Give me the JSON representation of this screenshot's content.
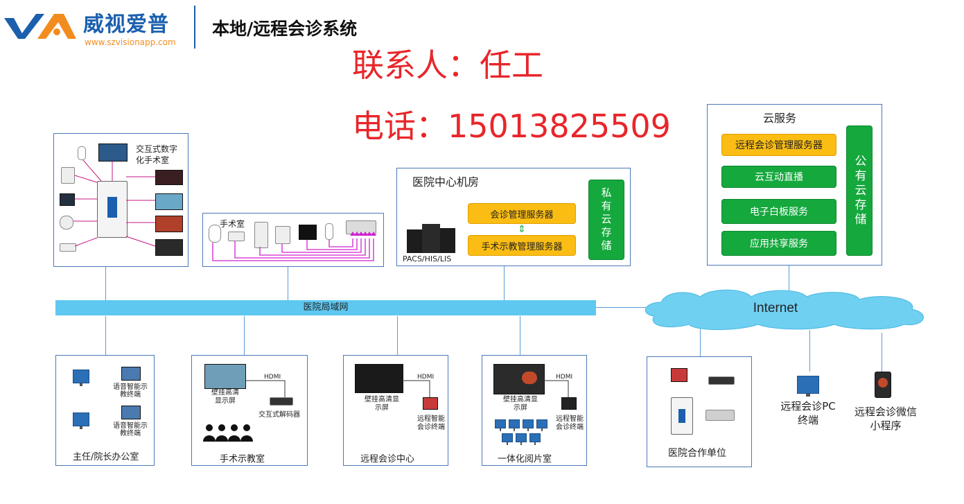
{
  "header": {
    "logo_text": "VA",
    "brand_name": "威视爱普",
    "brand_url": "www.szvisionapp.com",
    "system_title": "本地/远程会诊系统",
    "contact_line": "联系人：任工",
    "phone_line": "电话：15013825509"
  },
  "colors": {
    "accent_red": "#e8262a",
    "orange": "#fbbd13",
    "green": "#15a83d",
    "lan": "#5ec8f0",
    "border": "#4a78b8"
  },
  "or_room": {
    "label": "交互式数字化手术室"
  },
  "surgery": {
    "label": "手术室"
  },
  "datacenter": {
    "title": "医院中心机房",
    "server1": "会诊管理服务器",
    "server2": "手术示教管理服务器",
    "pacs_label": "PACS/HIS/LIS",
    "private_cloud": "私有云存储"
  },
  "cloud": {
    "title": "云服务",
    "services": [
      "远程会诊管理服务器",
      "云互动直播",
      "电子白板服务",
      "应用共享服务"
    ],
    "public_cloud": "公有云存储"
  },
  "network": {
    "lan_label": "医院局域网",
    "internet_label": "Internet"
  },
  "rooms": {
    "director": {
      "title": "主任/院长办公室",
      "terminal": "语音智能示教终端"
    },
    "teaching": {
      "title": "手术示教室",
      "wall_screen": "壁挂高清显示屏",
      "hdmi": "HDMI",
      "decoder": "交互式解码器"
    },
    "consult": {
      "title": "远程会诊中心",
      "wall_screen": "壁挂高清显示屏",
      "hdmi": "HDMI",
      "terminal": "远程智能会诊终端"
    },
    "reading": {
      "title": "一体化阅片室",
      "wall_screen": "壁挂高清显示屏",
      "hdmi": "HDMI",
      "terminal": "远程智能会诊终端"
    },
    "partner": {
      "title": "医院合作单位"
    }
  },
  "remote": {
    "pc_terminal": "远程会诊PC终端",
    "mini_program": "远程会诊微信小程序"
  }
}
